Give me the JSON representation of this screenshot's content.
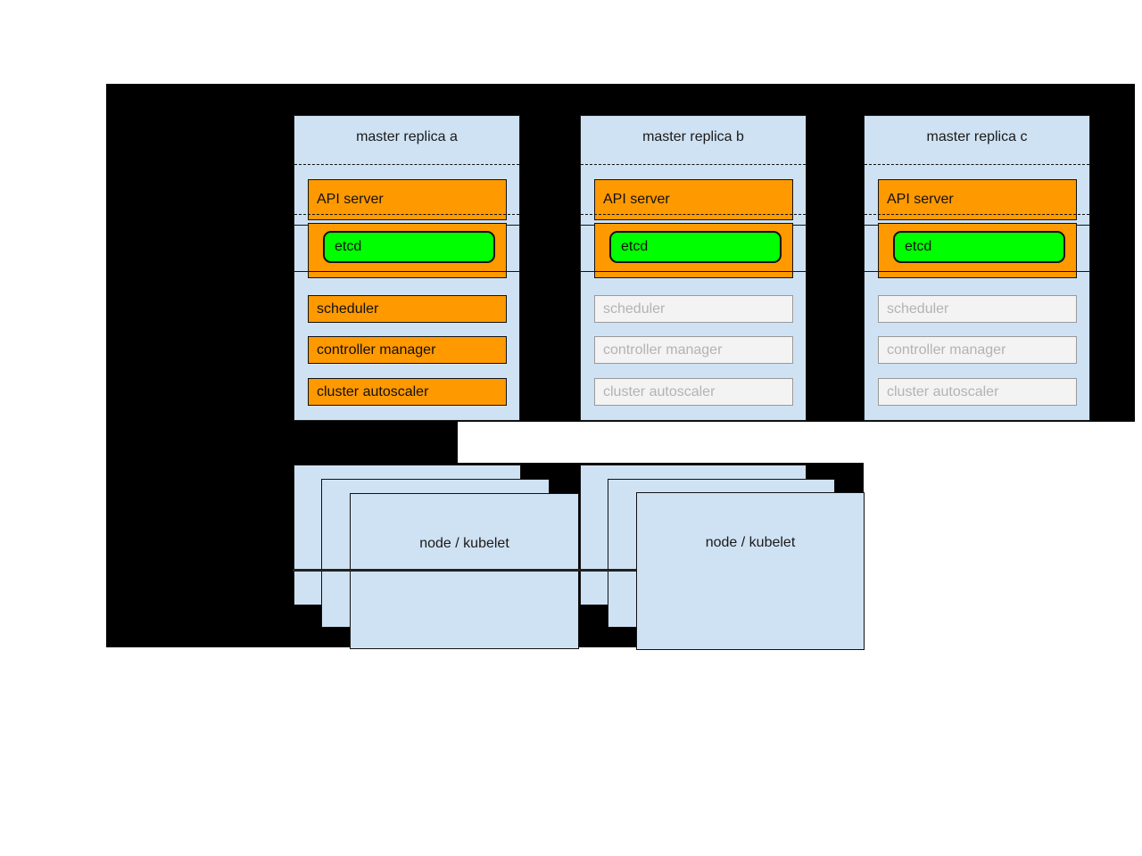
{
  "diagram": {
    "colors": {
      "background": "#000000",
      "box_fill": "#cfe2f3",
      "active_fill": "#ff9900",
      "etcd_fill": "#00ff00",
      "inactive_fill": "#f3f3f3",
      "inactive_text": "#b3b3b3"
    },
    "masters": [
      {
        "title": "master replica a",
        "api_server": {
          "label": "API server",
          "active": true
        },
        "etcd": {
          "label": "etcd",
          "active": true
        },
        "components": [
          {
            "label": "scheduler",
            "active": true
          },
          {
            "label": "controller manager",
            "active": true
          },
          {
            "label": "cluster autoscaler",
            "active": true
          }
        ]
      },
      {
        "title": "master replica b",
        "api_server": {
          "label": "API server",
          "active": true
        },
        "etcd": {
          "label": "etcd",
          "active": true
        },
        "components": [
          {
            "label": "scheduler",
            "active": false
          },
          {
            "label": "controller manager",
            "active": false
          },
          {
            "label": "cluster autoscaler",
            "active": false
          }
        ]
      },
      {
        "title": "master replica c",
        "api_server": {
          "label": "API server",
          "active": true
        },
        "etcd": {
          "label": "etcd",
          "active": true
        },
        "components": [
          {
            "label": "scheduler",
            "active": false
          },
          {
            "label": "controller manager",
            "active": false
          },
          {
            "label": "cluster autoscaler",
            "active": false
          }
        ]
      }
    ],
    "node_stacks": [
      {
        "label": "node / kubelet",
        "stacked_boxes": 3
      },
      {
        "label": "node / kubelet",
        "stacked_boxes": 3
      }
    ]
  }
}
